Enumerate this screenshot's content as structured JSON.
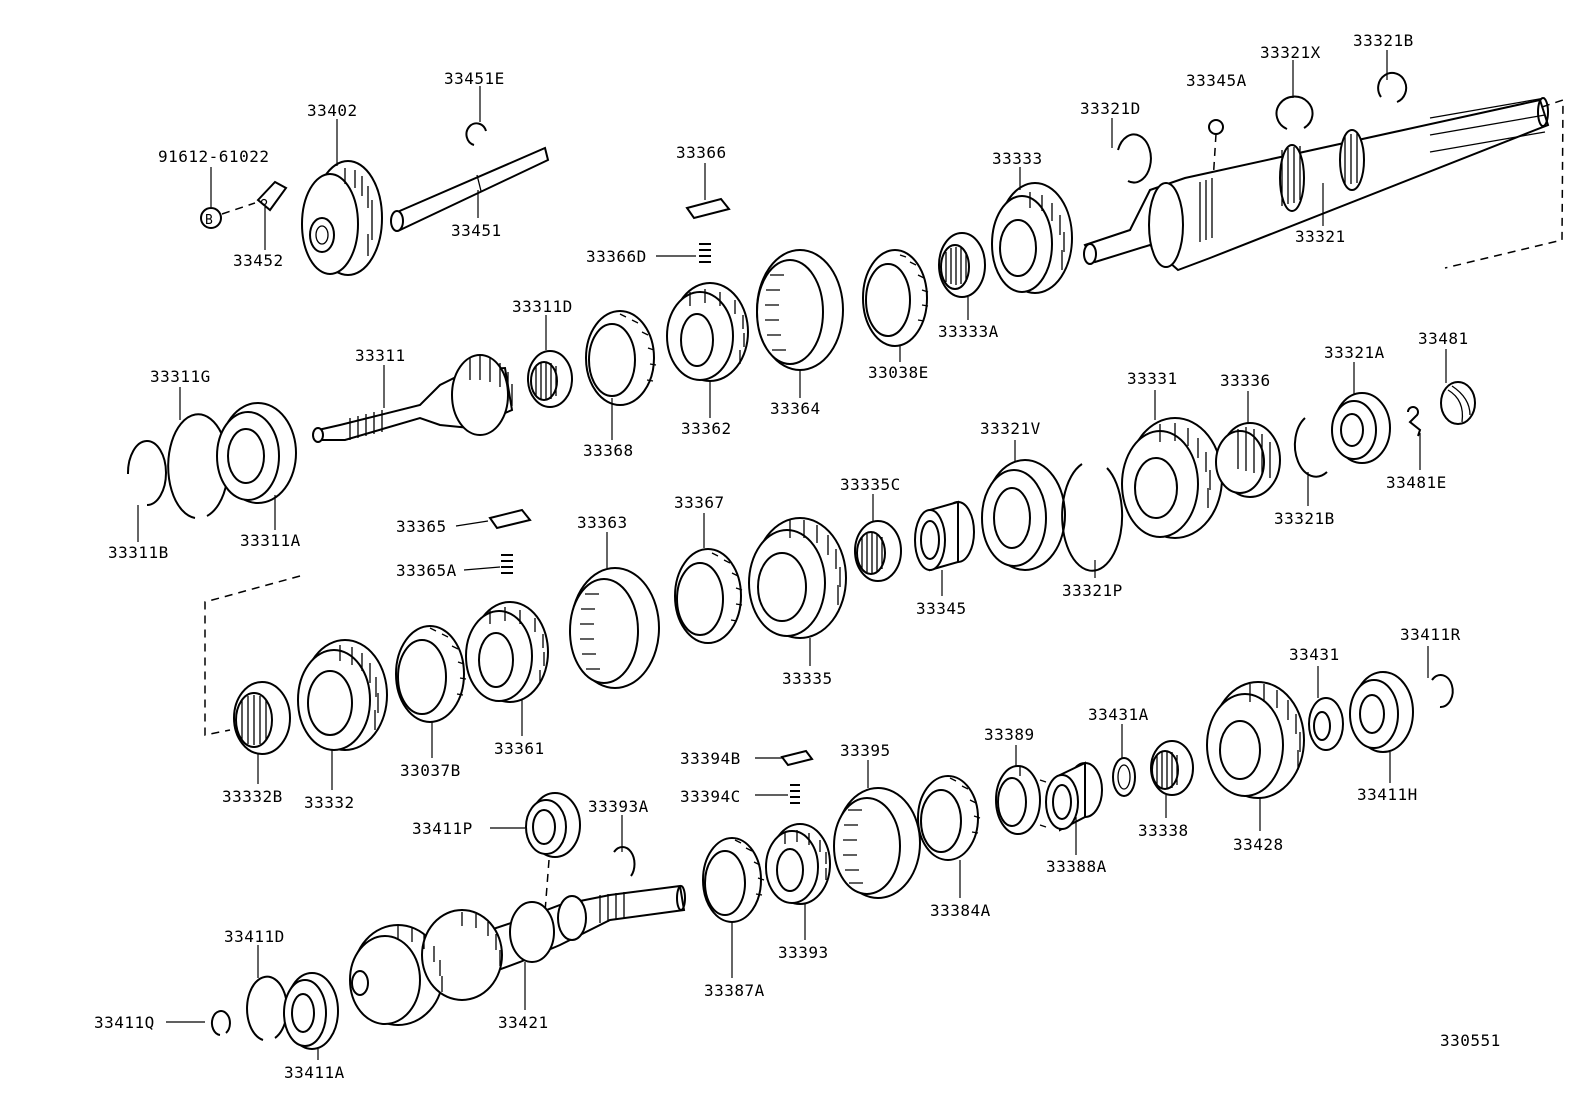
{
  "labels": {
    "p91612_61022": "91612-61022",
    "p33452": "33452",
    "p33402": "33402",
    "p33451E": "33451E",
    "p33451": "33451",
    "p33366": "33366",
    "p33366D": "33366D",
    "p33333": "33333",
    "p33333A": "33333A",
    "p33038E": "33038E",
    "p33364": "33364",
    "p33362": "33362",
    "p33321D": "33321D",
    "p33345A": "33345A",
    "p33321X": "33321X",
    "p33321B_top": "33321B",
    "p33321": "33321",
    "p33311G": "33311G",
    "p33311B": "33311B",
    "p33311A": "33311A",
    "p33311": "33311",
    "p33311D": "33311D",
    "p33368": "33368",
    "p33331": "33331",
    "p33336": "33336",
    "p33321A": "33321A",
    "p33481": "33481",
    "p33481E": "33481E",
    "p33321B_mid": "33321B",
    "p33321V": "33321V",
    "p33321P": "33321P",
    "p33335C": "33335C",
    "p33345": "33345",
    "p33367": "33367",
    "p33335": "33335",
    "p33363": "33363",
    "p33365": "33365",
    "p33365A": "33365A",
    "p33361": "33361",
    "p33037B": "33037B",
    "p33332": "33332",
    "p33332B": "33332B",
    "p33431": "33431",
    "p33411R": "33411R",
    "p33411H": "33411H",
    "p33431A": "33431A",
    "p33338": "33338",
    "p33428": "33428",
    "p33389": "33389",
    "p33388A": "33388A",
    "p33395": "33395",
    "p33384A": "33384A",
    "p33394B": "33394B",
    "p33394C": "33394C",
    "p33393": "33393",
    "p33393A": "33393A",
    "p33387A": "33387A",
    "p33411P": "33411P",
    "p33421": "33421",
    "p33411D": "33411D",
    "p33411Q": "33411Q",
    "p33411A": "33411A",
    "callout_b": "B",
    "diagram_id": "330551"
  }
}
